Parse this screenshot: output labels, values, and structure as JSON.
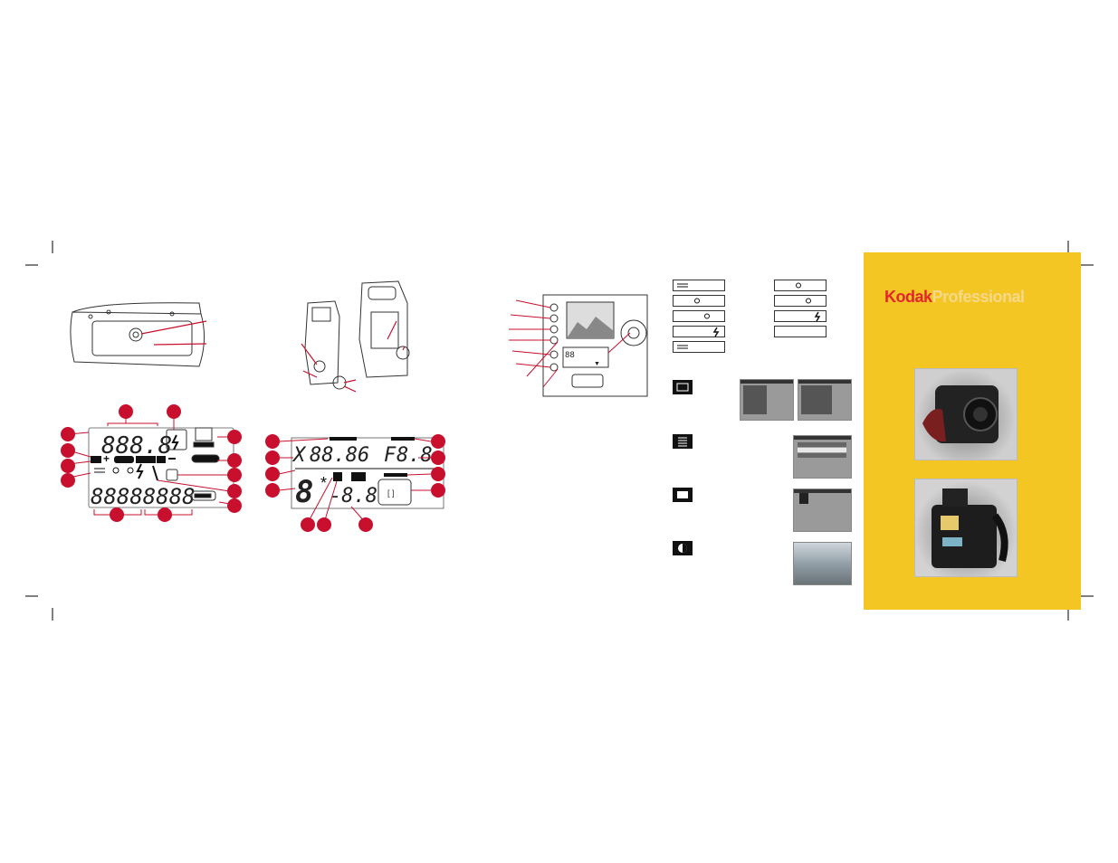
{
  "brand": {
    "name_red": "Kodak",
    "name_light": "Professional",
    "red_color": "#e4262c",
    "light_color": "#f6d88a",
    "panel_color": "#f3c623"
  },
  "lcd_top": {
    "readout_main": "888.8",
    "readout_bottom": "88888888"
  },
  "lcd_viewfinder": {
    "readout_shutter": "88.86",
    "shutter_prefix": "X",
    "shutter_suffix": "\"",
    "readout_aperture": "8.8",
    "aperture_prefix": "F",
    "readout_exposure": "-8.8",
    "frame_mark": "[ ]"
  },
  "back_screen": {
    "readout": "88",
    "indicator": "▼"
  },
  "white_balance_icons": [
    "fluorescent-icon",
    "sun-icon",
    "sun-right-icon",
    "flash-icon",
    "fluorescent-alt-icon",
    "sun-right-icon",
    "sun-right-icon",
    "flash-icon",
    "empty-icon"
  ],
  "menu_icons": [
    "folder-icon",
    "menu-list-icon",
    "picture-icon",
    "contrast-icon"
  ],
  "colors": {
    "callout": "#c8102e",
    "line_art": "#333333"
  }
}
